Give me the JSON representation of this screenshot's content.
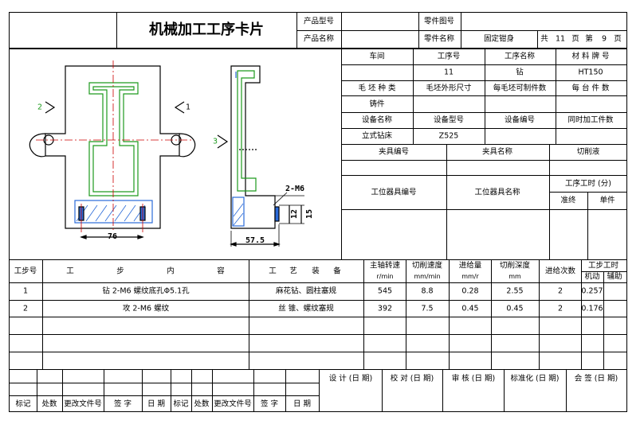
{
  "header": {
    "title": "机械加工工序卡片",
    "product_model_label": "产品型号",
    "product_model_value": "",
    "product_name_label": "产品名称",
    "product_name_value": "",
    "part_drawing_label": "零件图号",
    "part_drawing_value": "",
    "part_name_label": "零件名称",
    "part_name_value": "固定钳身",
    "total_label": "共",
    "total_pages": "11",
    "page_unit_1": "页",
    "sheet_label": "第",
    "page_no": "9",
    "page_unit_2": "页"
  },
  "info": {
    "workshop_label": "车间",
    "op_no_label": "工序号",
    "op_name_label": "工序名称",
    "material_label": "材 料 牌 号",
    "workshop_value": "",
    "op_no_value": "11",
    "op_name_value": "钻",
    "material_value": "HT150",
    "blank_type_label": "毛 坯 种 类",
    "blank_size_label": "毛坯外形尺寸",
    "per_blank_label": "每毛坯可制件数",
    "per_machine_label": "每 台 件 数",
    "casting_label": "铸件",
    "equip_name_label": "设备名称",
    "equip_model_label": "设备型号",
    "equip_no_label": "设备编号",
    "simul_label": "同时加工件数",
    "equip_name_value": "立式钻床",
    "equip_model_value": "Z525",
    "fixture_no_label": "夹具编号",
    "fixture_name_label": "夹具名称",
    "coolant_label": "切削液",
    "station_no_label": "工位器具编号",
    "station_name_label": "工位器具名称",
    "op_time_label": "工序工时 (分)",
    "prep_label": "准终",
    "unit_label": "单件"
  },
  "drawing": {
    "view_mark_1": "1",
    "view_mark_2": "2",
    "view_mark_3": "3",
    "thread_label": "2-M6",
    "dim_76": "76",
    "dim_57": "57.5",
    "dim_12": "12",
    "dim_15": "15"
  },
  "steps_header": {
    "step_no": "工步号",
    "content_chars": [
      "工",
      "步",
      "内",
      "容"
    ],
    "equip_chars": [
      "工",
      "艺",
      "装",
      "备"
    ],
    "spindle": "主轴转速",
    "spindle_unit": "r/min",
    "speed": "切削速度",
    "speed_unit": "mm/min",
    "feed": "进给量",
    "feed_unit": "mm/r",
    "depth": "切削深度",
    "depth_unit": "mm",
    "passes": "进给次数",
    "time": "工步工时",
    "machine": "机动",
    "aux": "辅助"
  },
  "steps": [
    {
      "no": "1",
      "content": "钻 2-M6 螺纹底孔Φ5.1孔",
      "equip": "麻花钻、圆柱塞规",
      "spindle": "545",
      "speed": "8.8",
      "feed": "0.28",
      "depth": "2.55",
      "passes": "2",
      "machine": "0.257",
      "aux": ""
    },
    {
      "no": "2",
      "content": "攻 2-M6 螺纹",
      "equip": "丝  锥、螺纹塞规",
      "spindle": "392",
      "speed": "7.5",
      "feed": "0.45",
      "depth": "0.45",
      "passes": "2",
      "machine": "0.176",
      "aux": ""
    }
  ],
  "signoff": {
    "design": "设 计 (日 期)",
    "proof": "校 对 (日 期)",
    "review": "审 核 (日 期)",
    "standard": "标准化 (日 期)",
    "countersign": "会 签 (日 期)"
  },
  "revision": {
    "labels": [
      "标记",
      "处数",
      "更改文件号",
      "签 字",
      "日 期",
      "标记",
      "处数",
      "更改文件号",
      "签 字",
      "日 期"
    ]
  },
  "colors": {
    "line": "#000000",
    "centerline": "#cc0000",
    "hatch": "#2a6ad8",
    "part": "#1d9a1d",
    "dim": "#000000"
  }
}
